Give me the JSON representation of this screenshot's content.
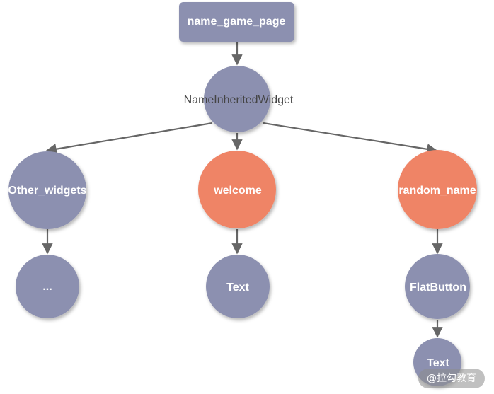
{
  "colors": {
    "default_node": "#8c90b0",
    "highlight_node": "#ef8466",
    "edge": "#666666"
  },
  "nodes": {
    "root": {
      "label": "name_game_page"
    },
    "inherited": {
      "label": "NameInheritedWidget"
    },
    "other_widgets": {
      "label": "Other_widgets"
    },
    "ellipsis": {
      "label": "..."
    },
    "welcome": {
      "label": "welcome"
    },
    "welcome_text": {
      "label": "Text"
    },
    "random_name": {
      "label": "random_name"
    },
    "flat_button": {
      "label": "FlatButton"
    },
    "button_text": {
      "label": "Text"
    }
  },
  "watermark": {
    "text": "@拉勾教育"
  }
}
